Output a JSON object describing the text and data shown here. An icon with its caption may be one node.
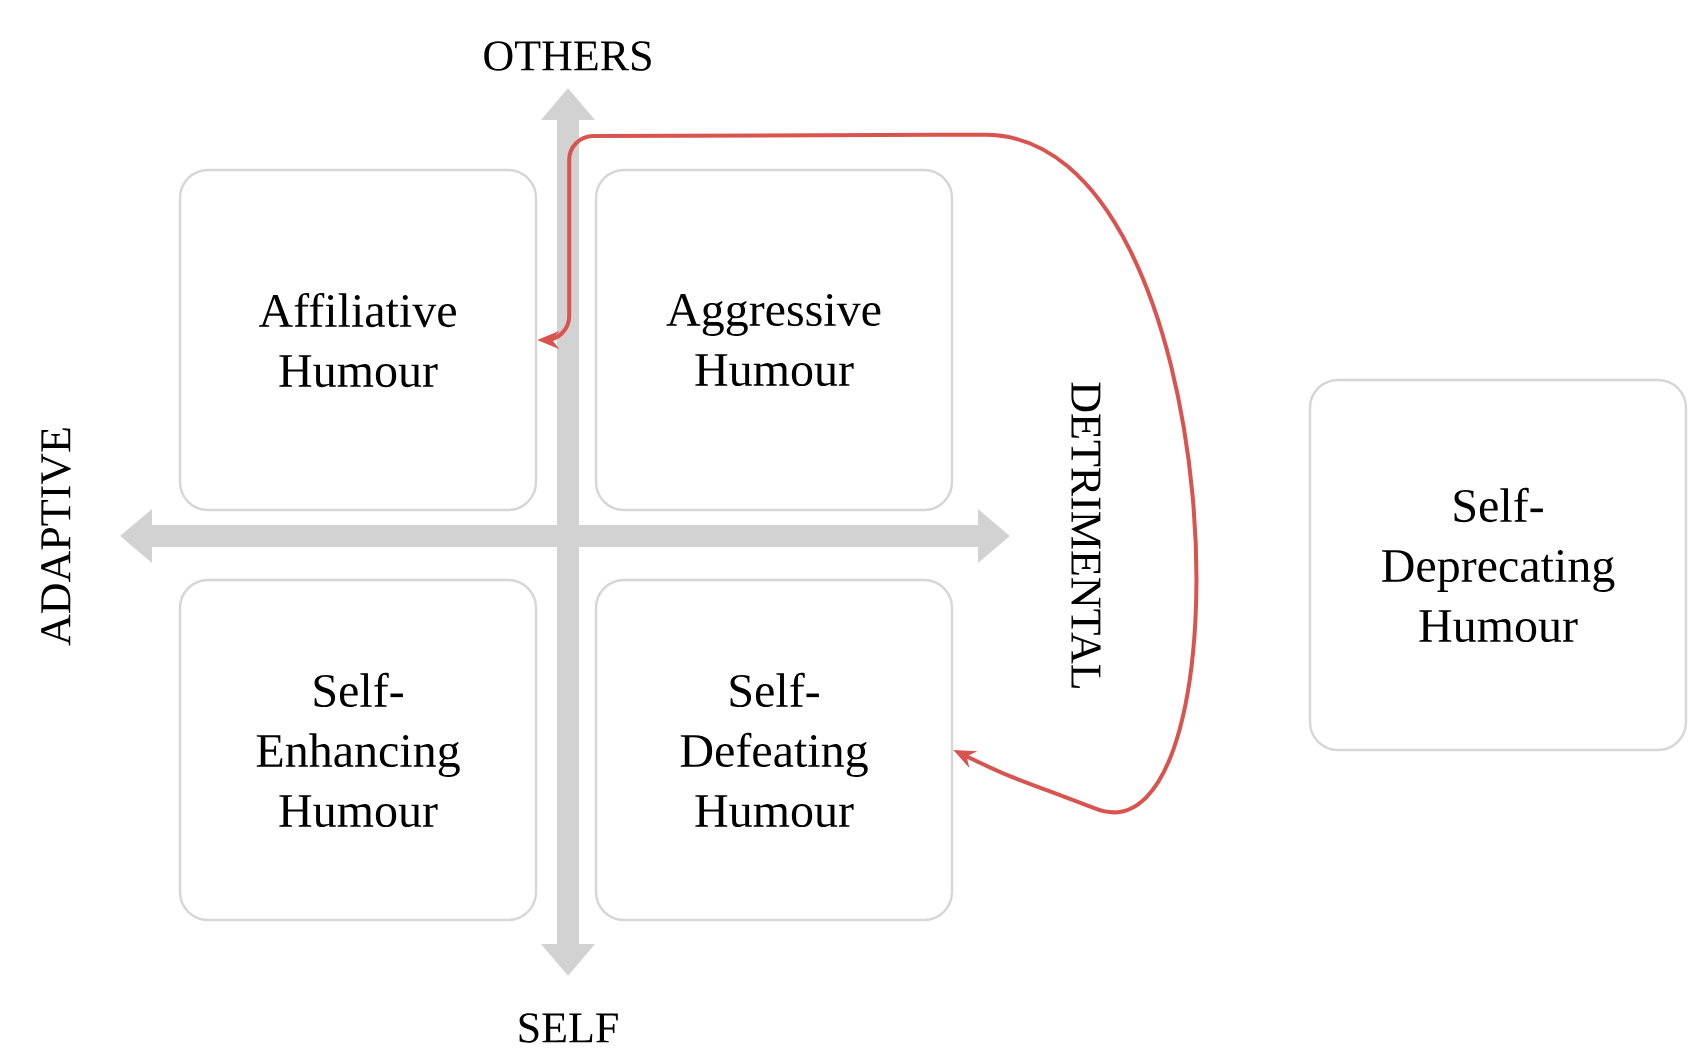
{
  "diagram": {
    "nodes": [
      {
        "text": [
          "Affiliative Humour"
        ]
      },
      {
        "text": [
          "Aggressive Humour"
        ]
      },
      {
        "text": [
          "Self-Enhancing Humour"
        ]
      },
      {
        "text": [
          "Self-Defeating Humour"
        ]
      },
      {
        "text": [
          "Self-Deprecating Humour"
        ]
      }
    ],
    "edges": [
      {
        "from": 0,
        "to": 3,
        "arrow": "both",
        "color": "#d9534f"
      }
    ],
    "labels": [
      "OTHERS",
      "ADAPTIVE",
      "DETRIMENTAL",
      "SELF"
    ]
  }
}
